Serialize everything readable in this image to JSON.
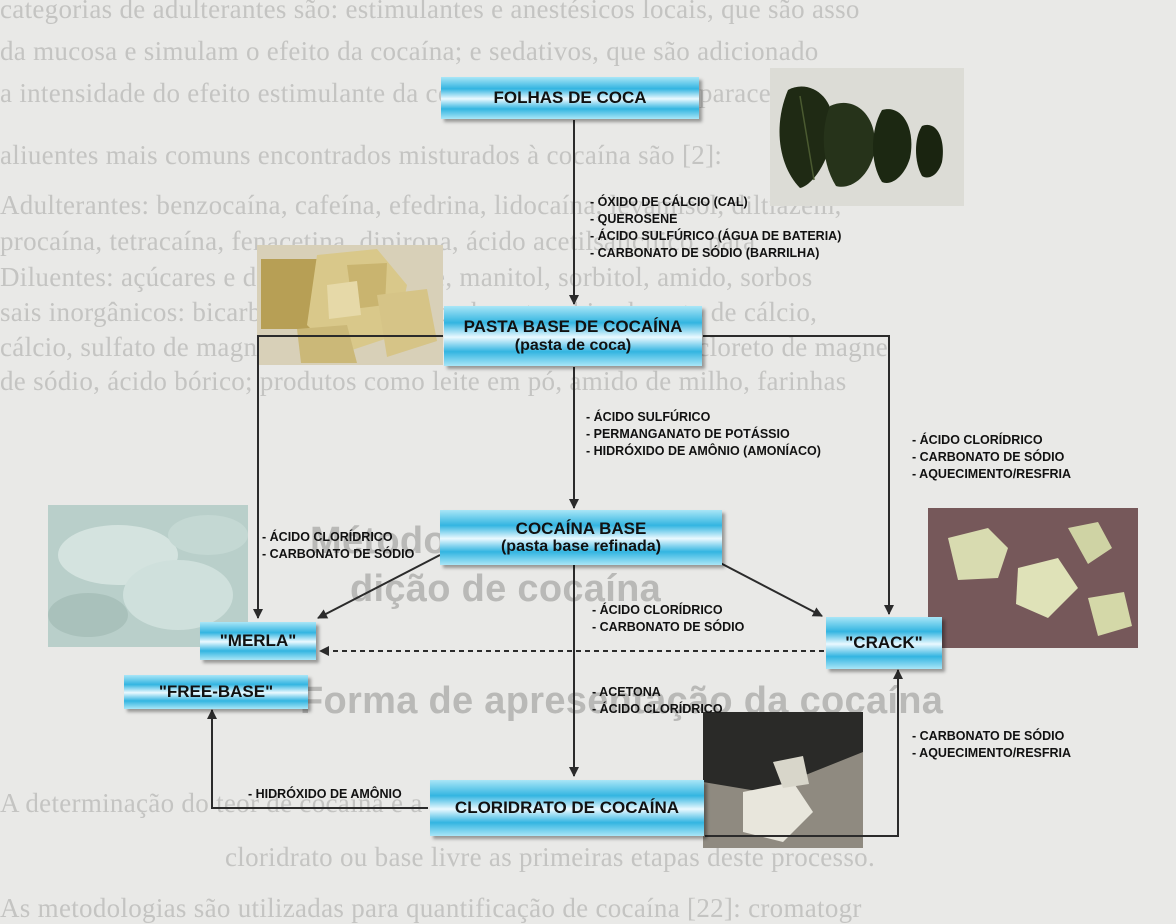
{
  "background_text": [
    "categorias de adulterantes são: estimulantes e anestésicos locais, que são asso",
    "da mucosa e simulam o efeito da cocaína; e sedativos, que são adicionado",
    "a intensidade do efeito estimulante da cocaína, como cafeína e paracetamol",
    "aliuentes mais comuns encontrados misturados à cocaína são [2]:",
    "Adulterantes: benzocaína, cafeína, efedrina, lidocaína, levamisol, diltiazem,",
    "procaína, tetracaína, fenacetina, dipirona, ácido acetilsalicílico, para",
    "Diluentes: açúcares e derivados (glicose, manitol, sorbitol, amido, sorbos",
    "sais inorgânicos: bicarbonato de sódio, carbonato e bicarbonato de cálcio,",
    "cálcio, sulfato de magnésio, sulfato de sódio, cloreto de sódio, cloreto de magne",
    "de sódio, ácido bórico; produtos como leite em pó, amido de milho, farinhas",
    "Métodos analíticos",
    "dição de cocaína",
    "Forma de apresentação da cocaína",
    "A determinação do teor de cocaína e a identificação da sua forma de apr",
    "cloridrato ou base livre as primeiras etapas deste processo.",
    "As metodologias são utilizadas para quantificação de cocaína [22]: cromatogr"
  ],
  "nodes": {
    "folhas": "FOLHAS DE COCA",
    "pasta_base": [
      "PASTA BASE DE COCAÍNA",
      "(pasta de coca)"
    ],
    "cocaina_base": [
      "COCAÍNA BASE",
      "(pasta base refinada)"
    ],
    "merla": "\"MERLA\"",
    "crack": "\"CRACK\"",
    "free_base": "\"FREE-BASE\"",
    "cloridrato": "CLORIDRATO DE COCAÍNA"
  },
  "reagents": {
    "step1": [
      "- ÓXIDO DE CÁLCIO (CAL)",
      "- QUEROSENE",
      "- ÁCIDO SULFÚRICO (ÁGUA DE BATERIA)",
      "- CARBONATO DE SÓDIO (BARRILHA)"
    ],
    "step2": [
      "- ÁCIDO SULFÚRICO",
      "- PERMANGANATO DE POTÁSSIO",
      "- HIDRÓXIDO DE AMÔNIO (AMONÍACO)"
    ],
    "to_merla": [
      "- ÁCIDO CLORÍDRICO",
      "- CARBONATO DE SÓDIO"
    ],
    "to_crack_right": [
      "- ÁCIDO CLORÍDRICO",
      "- CARBONATO DE SÓDIO",
      "- AQUECIMENTO/RESFRIA"
    ],
    "step3": [
      "- ÁCIDO CLORÍDRICO",
      "- CARBONATO DE SÓDIO"
    ],
    "step4": [
      "- ACETONA",
      "- ÁCIDO CLORÍDRICO"
    ],
    "to_free_base": [
      "- HIDRÓXIDO DE AMÔNIO"
    ],
    "cloridrato_to_crack": [
      "- CARBONATO DE SÓDIO",
      "- AQUECIMENTO/RESFRIA"
    ]
  },
  "photos": {
    "coca_leaves": "coca-leaves-photo",
    "paste": "coca-paste-photo",
    "merla": "merla-photo",
    "crack": "crack-photo",
    "cloridrato": "cocaine-hydrochloride-photo"
  },
  "colors": {
    "node_blue": "#33b5e1",
    "arrow": "#2b2b2b",
    "page": "#e9e9e7"
  }
}
